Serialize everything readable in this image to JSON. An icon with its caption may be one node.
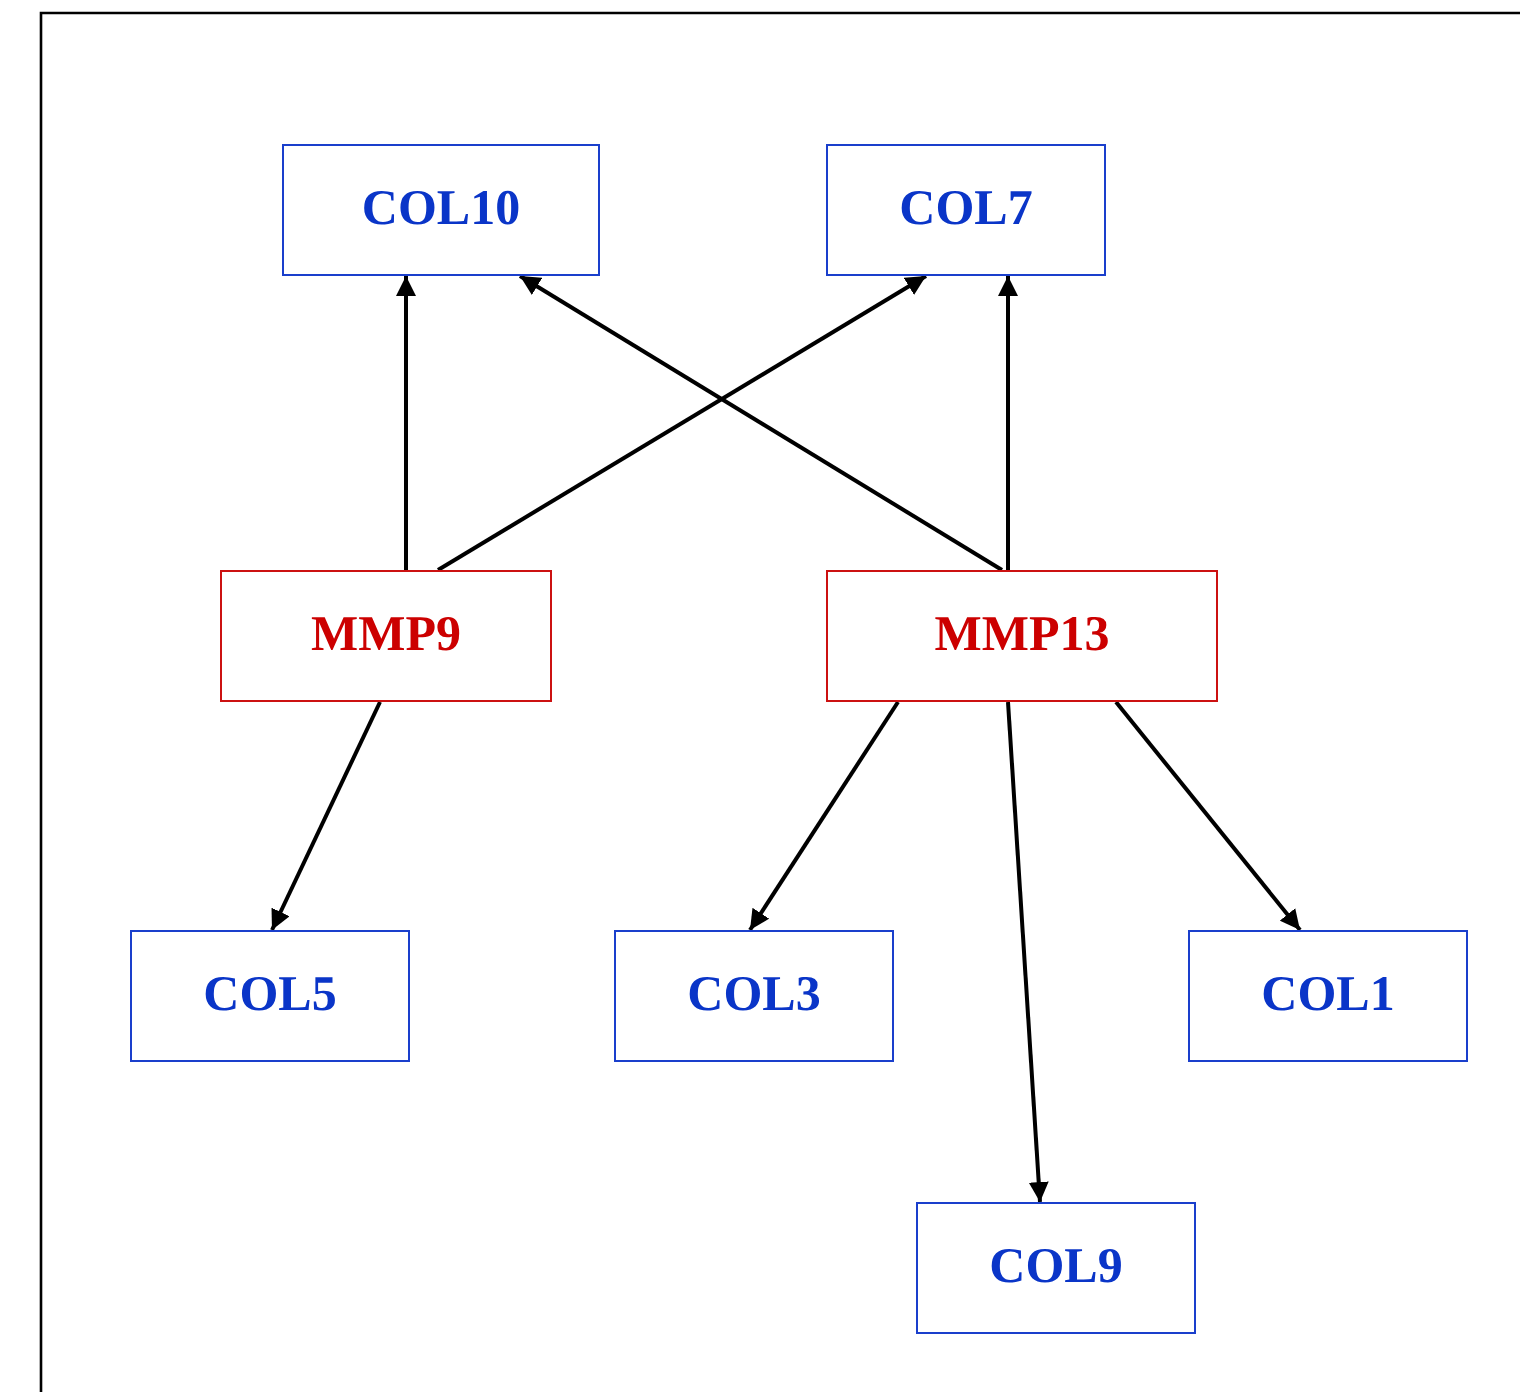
{
  "diagram": {
    "nodes": [
      {
        "text": [
          "COL10"
        ]
      },
      {
        "text": [
          "COL7"
        ]
      },
      {
        "text": [
          "MMP9"
        ]
      },
      {
        "text": [
          "MMP13"
        ]
      },
      {
        "text": [
          "COL5"
        ]
      },
      {
        "text": [
          "COL3"
        ]
      },
      {
        "text": [
          "COL1"
        ]
      },
      {
        "text": [
          "COL9"
        ]
      }
    ],
    "edges": [
      {
        "from": 2,
        "to": 0,
        "arrow": "to"
      },
      {
        "from": 2,
        "to": 1,
        "arrow": "to"
      },
      {
        "from": 3,
        "to": 0,
        "arrow": "to"
      },
      {
        "from": 3,
        "to": 1,
        "arrow": "to"
      },
      {
        "from": 2,
        "to": 4,
        "arrow": "to"
      },
      {
        "from": 3,
        "to": 5,
        "arrow": "to"
      },
      {
        "from": 3,
        "to": 7,
        "arrow": "to"
      },
      {
        "from": 3,
        "to": 6,
        "arrow": "to"
      }
    ]
  }
}
